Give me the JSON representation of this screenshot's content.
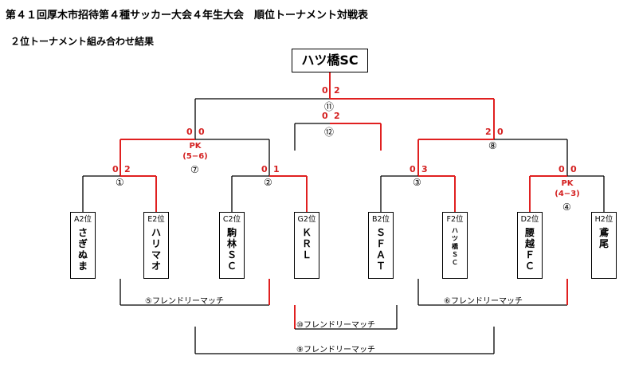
{
  "title": "第４１回厚木市招待第４種サッカー大会４年生大会　順位トーナメント対戦表",
  "subtitle": "２位トーナメント組み合わせ結果",
  "winner": "ハツ橋SC",
  "teams": [
    {
      "pos": "A2位",
      "name": "さぎぬま"
    },
    {
      "pos": "E2位",
      "name": "ハリマオ"
    },
    {
      "pos": "C2位",
      "name": "駒林ＳＣ"
    },
    {
      "pos": "G2位",
      "name": "ＫＲＬ"
    },
    {
      "pos": "B2位",
      "name": "ＳＦＡＴ"
    },
    {
      "pos": "F2位",
      "name": "ハツ橋ＳＣ"
    },
    {
      "pos": "D2位",
      "name": "腰越ＦＣ"
    },
    {
      "pos": "H2位",
      "name": "鳶尾"
    }
  ],
  "matches": [
    {
      "id": "m1",
      "label": "①",
      "score_left": "0",
      "score_right": "2"
    },
    {
      "id": "m2",
      "label": "②",
      "score_left": "0",
      "score_right": "1"
    },
    {
      "id": "m3",
      "label": "③",
      "score_left": "0",
      "score_right": "3"
    },
    {
      "id": "m4",
      "label": "④",
      "score_left": "0",
      "score_right": "0",
      "pk": "PK",
      "pk_score": "(4−3)"
    },
    {
      "id": "m7",
      "label": "⑦",
      "score_left": "0",
      "score_right": "0",
      "pk": "PK",
      "pk_score": "(5−6)"
    },
    {
      "id": "m8",
      "label": "⑧",
      "score_left": "2",
      "score_right": "0"
    },
    {
      "id": "m11",
      "label": "⑪",
      "score_left": "0",
      "score_right": "2"
    },
    {
      "id": "m12",
      "label": "⑫",
      "score_left": "0",
      "score_right": "2"
    }
  ],
  "friendlies": [
    {
      "id": "f5",
      "label": "⑤フレンドリーマッチ"
    },
    {
      "id": "f6",
      "label": "⑥フレンドリーマッチ"
    },
    {
      "id": "f10",
      "label": "⑩フレンドリーマッチ"
    },
    {
      "id": "f9",
      "label": "⑨フレンドリーマッチ"
    }
  ],
  "colors": {
    "win_line": "#e02020",
    "line": "#000000",
    "score": "#d42020"
  }
}
